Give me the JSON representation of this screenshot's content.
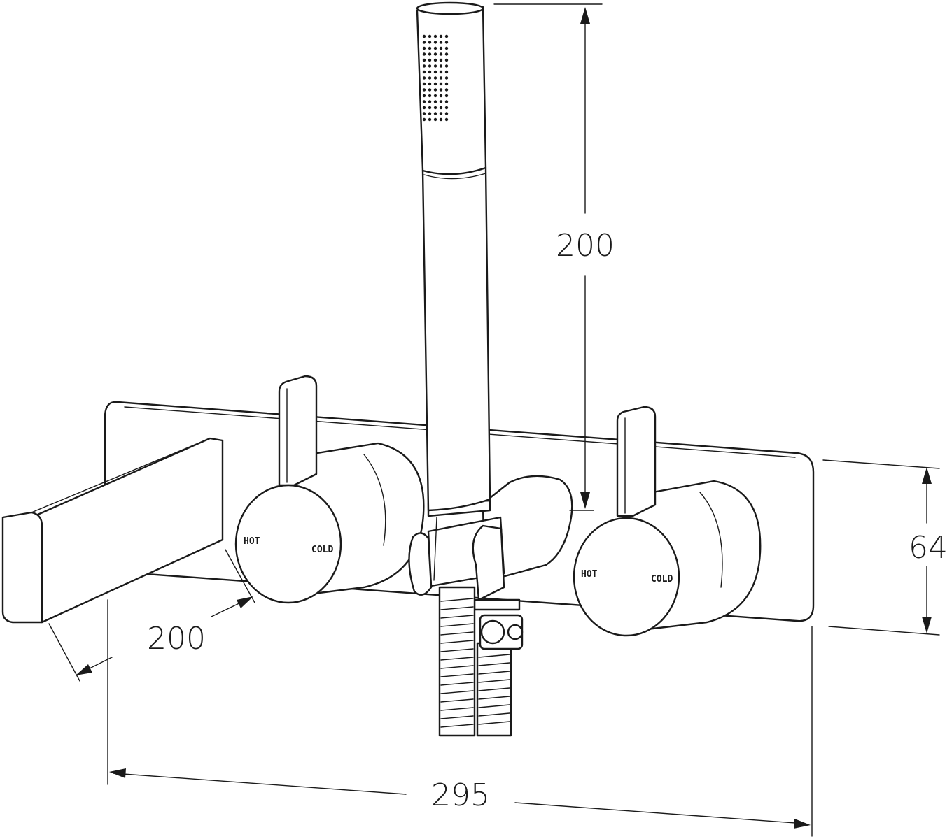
{
  "dimensions": {
    "handshower_height": "200",
    "spout_projection": "200",
    "plate_height": "64",
    "plate_width": "295"
  },
  "left_mixer": {
    "hot_label": "HOT",
    "cold_label": "COLD"
  },
  "right_mixer": {
    "hot_label": "HOT",
    "cold_label": "COLD"
  }
}
